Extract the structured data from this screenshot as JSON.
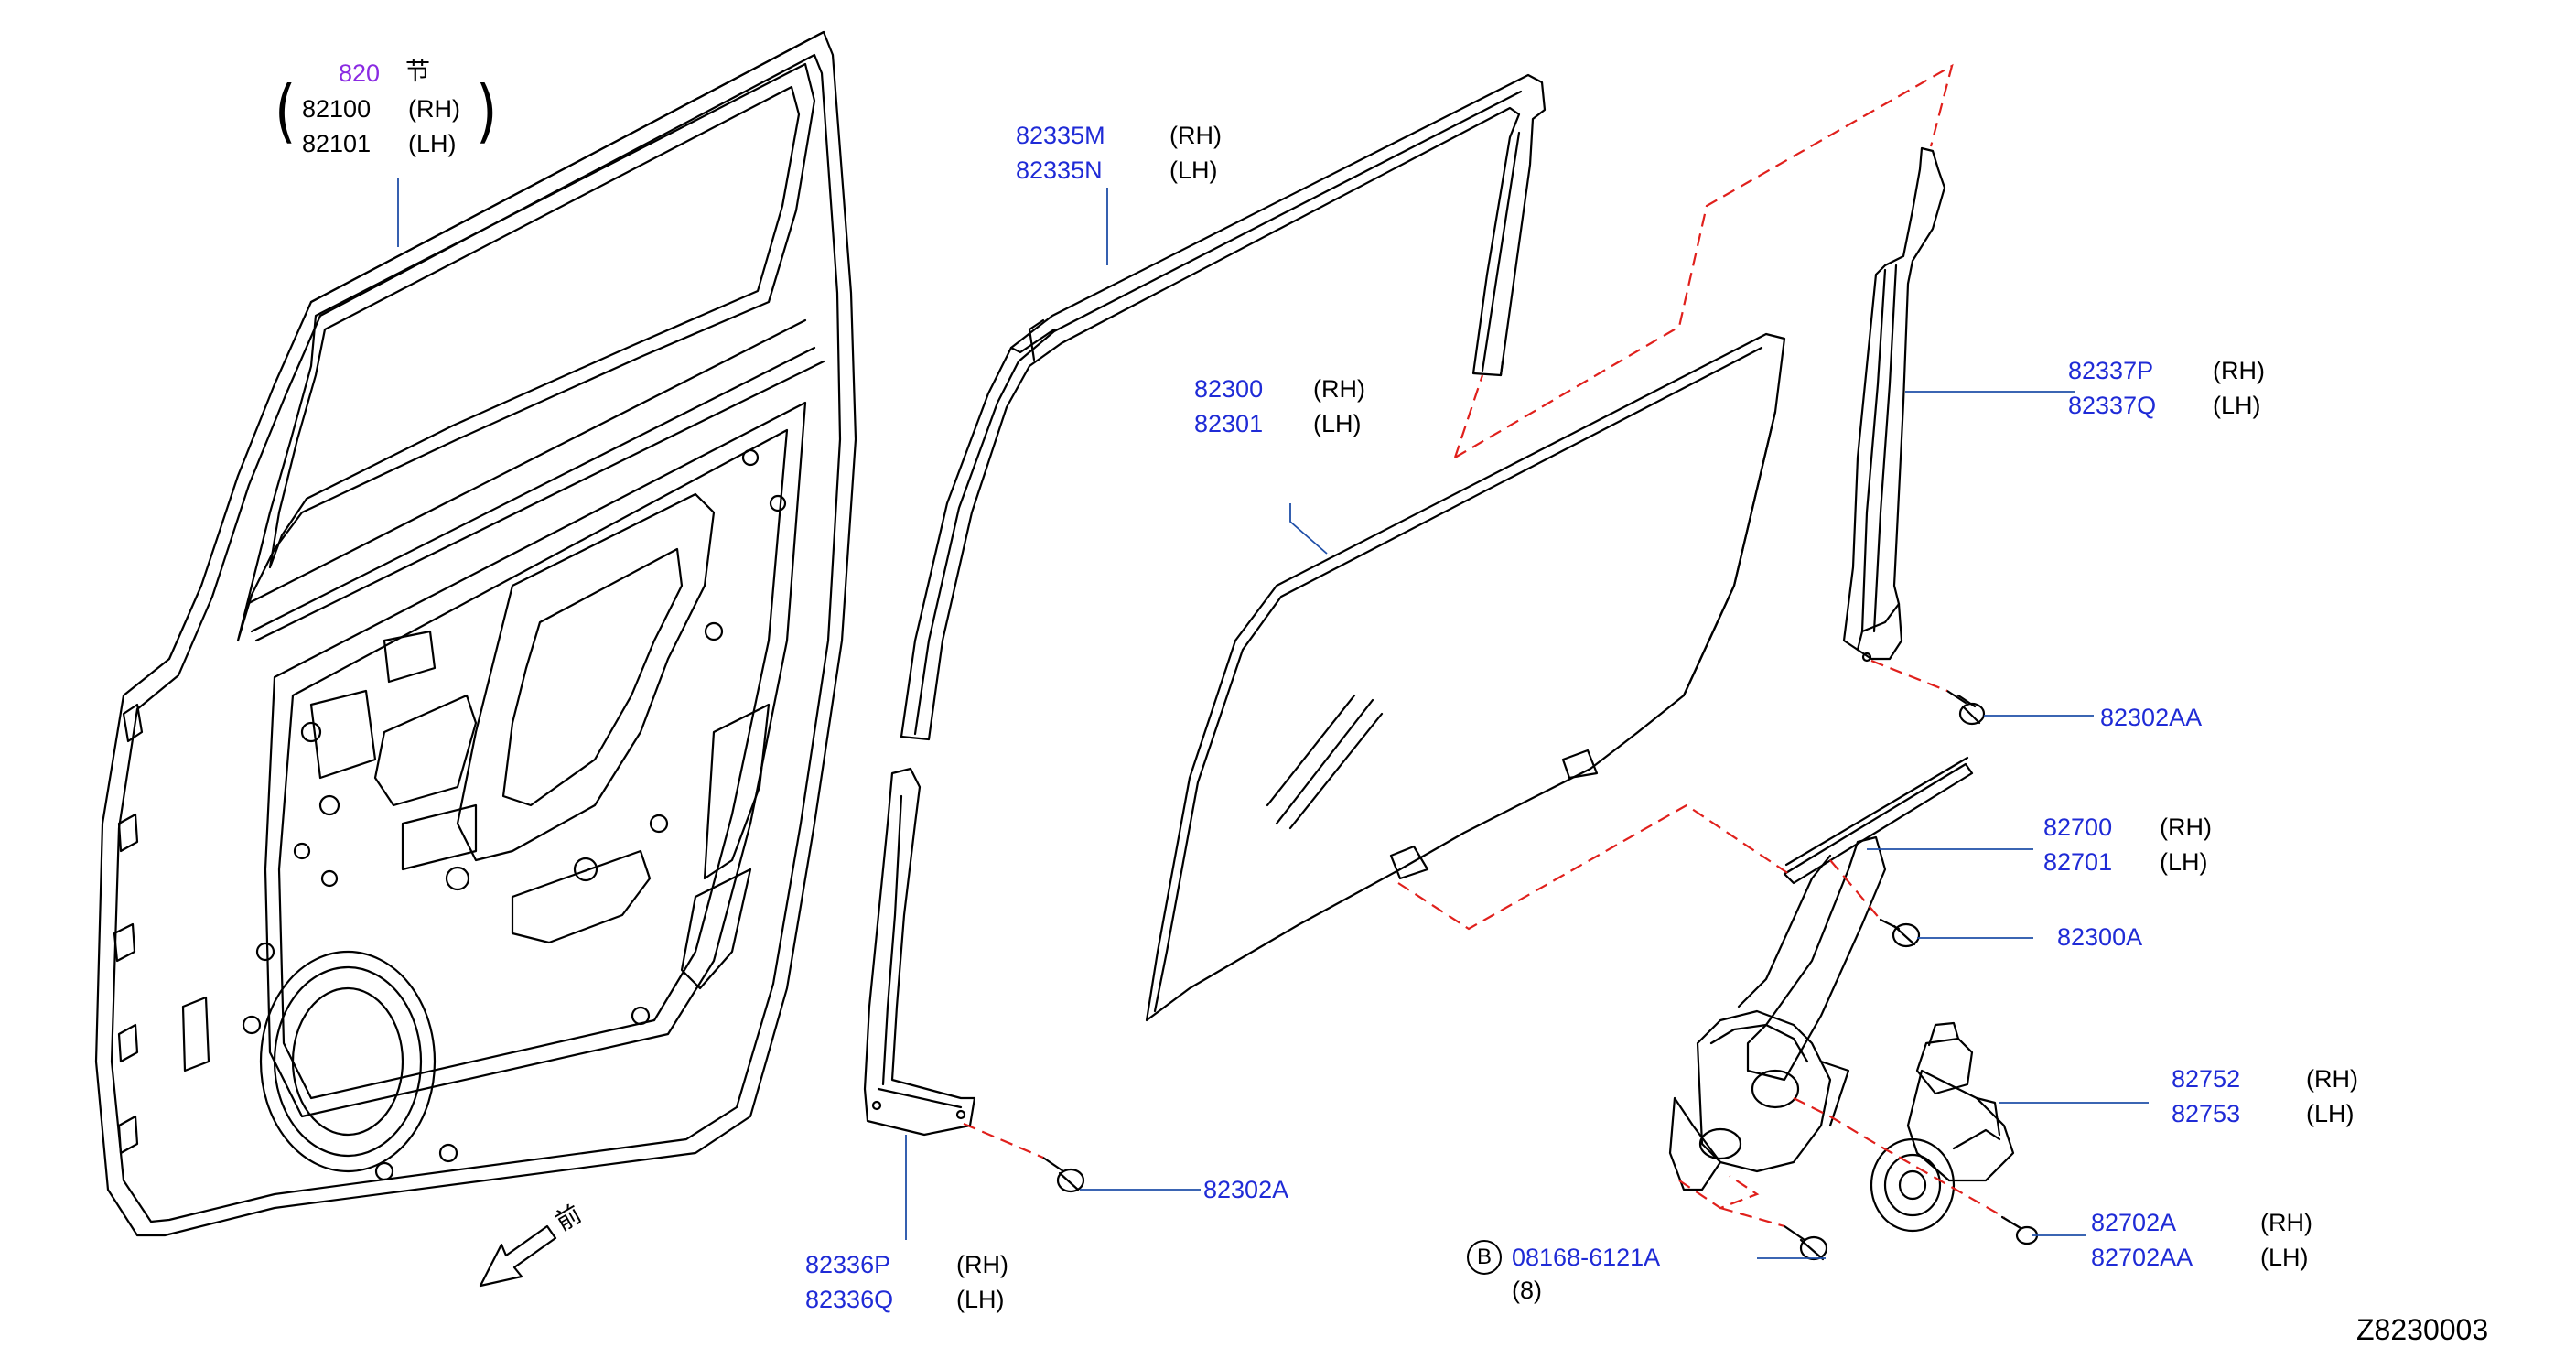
{
  "diagram_code": "Z8230003",
  "front_label": "前",
  "callouts": {
    "door_panel": {
      "group": "820",
      "group_suffix": "节",
      "rh": "82100",
      "lh": "82101",
      "rh_tag": "(RH)",
      "lh_tag": "(LH)"
    },
    "sash_upper": {
      "rh": "82335M",
      "lh": "82335N",
      "rh_tag": "(RH)",
      "lh_tag": "(LH)"
    },
    "glass": {
      "rh": "82300",
      "lh": "82301",
      "rh_tag": "(RH)",
      "lh_tag": "(LH)"
    },
    "rear_channel": {
      "rh": "82337P",
      "lh": "82337Q",
      "rh_tag": "(RH)",
      "lh_tag": "(LH)"
    },
    "bolt_rear_channel": {
      "part": "82302AA"
    },
    "regulator": {
      "rh": "82700",
      "lh": "82701",
      "rh_tag": "(RH)",
      "lh_tag": "(LH)"
    },
    "bolt_glass": {
      "part": "82300A"
    },
    "motor": {
      "rh": "82752",
      "lh": "82753",
      "rh_tag": "(RH)",
      "lh_tag": "(LH)"
    },
    "motor_screw": {
      "rh": "82702A",
      "lh": "82702AA",
      "rh_tag": "(RH)",
      "lh_tag": "(LH)"
    },
    "bolt_b": {
      "symbol": "B",
      "part": "08168-6121A",
      "qty": "(8)"
    },
    "bolt_front_channel": {
      "part": "82302A"
    },
    "front_channel": {
      "rh": "82336P",
      "lh": "82336Q",
      "rh_tag": "(RH)",
      "lh_tag": "(LH)"
    }
  },
  "colors": {
    "part_number": "#1f2bd6",
    "leader": "#1f4fa8",
    "dashed": "#e0201c",
    "ink": "#000000",
    "group": "#8a2be2"
  }
}
